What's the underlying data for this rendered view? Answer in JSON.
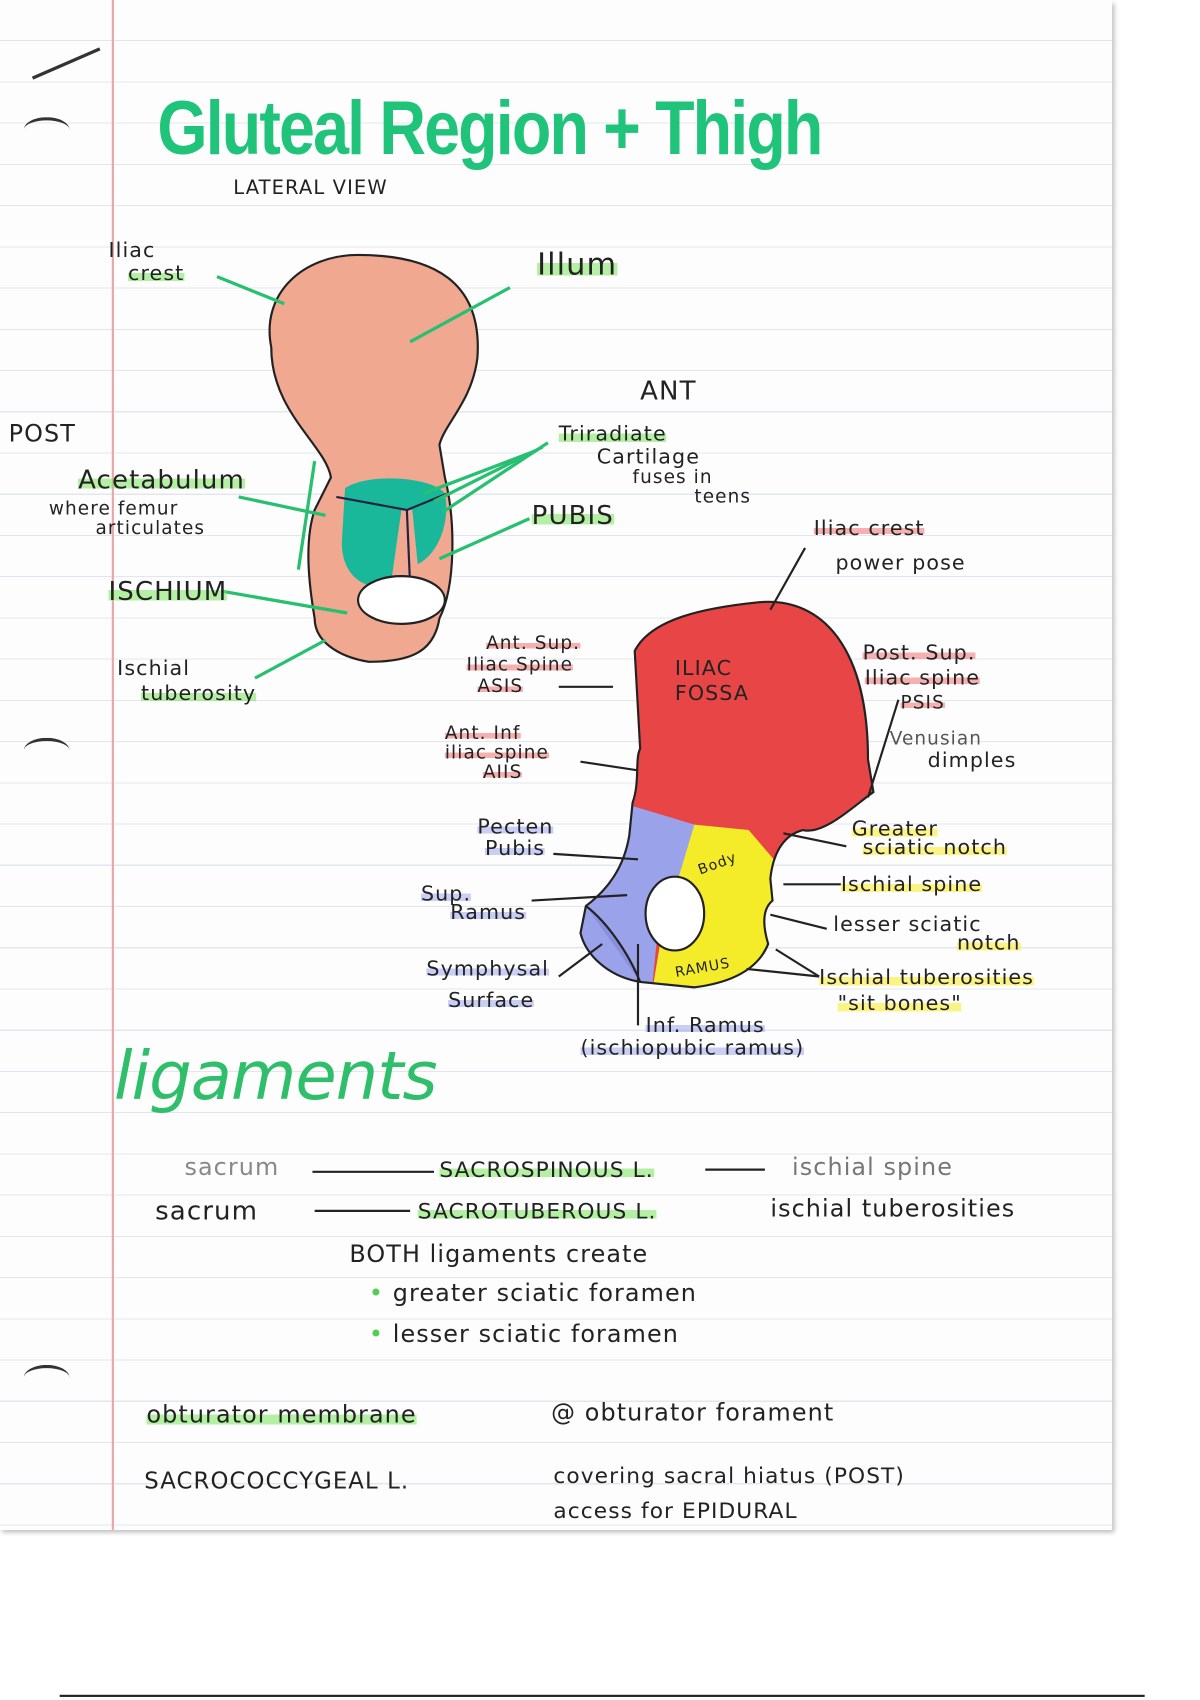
{
  "title": "Gluteal Region + Thigh",
  "subtitle": "LATERAL VIEW",
  "lateral_view": {
    "iliac_crest": [
      "Iliac",
      "crest"
    ],
    "ilium": "Illum",
    "ant": "ANT",
    "post": "POST",
    "triradiate": [
      "Triradiate",
      "Cartilage",
      "fuses in",
      "teens"
    ],
    "acetabulum": "Acetabulum",
    "acetabulum_note": [
      "where femur",
      "articulates"
    ],
    "pubis": "PUBIS",
    "ischium": "ISCHIUM",
    "ischial_tuberosity": [
      "Ischial",
      "tuberosity"
    ]
  },
  "medial_view": {
    "iliac_crest": "Iliac crest",
    "power_pose": "power pose",
    "asis": [
      "Ant. Sup.",
      "Iliac Spine",
      "ASIS"
    ],
    "iliac_fossa": [
      "ILIAC",
      "FOSSA"
    ],
    "psis": [
      "Post. Sup.",
      "Iliac spine",
      "PSIS"
    ],
    "venusian": [
      "Venusian",
      "dimples"
    ],
    "aiis": [
      "Ant. Inf",
      "iliac spine",
      "AIIS"
    ],
    "pecten": [
      "Pecten",
      "Pubis"
    ],
    "greater_notch": [
      "Greater",
      "sciatic notch"
    ],
    "body": "Body",
    "ischial_spine": "Ischial spine",
    "sup_ramus": [
      "Sup.",
      "Ramus"
    ],
    "lesser_notch": [
      "lesser sciatic",
      "notch"
    ],
    "symphysal": [
      "Symphysal",
      "Surface"
    ],
    "ramus": "RAMUS",
    "ischial_tuberosities": [
      "Ischial tuberosities",
      "\"sit bones\""
    ],
    "inf_ramus": [
      "Inf. Ramus",
      "(ischiopubic ramus)"
    ]
  },
  "ligaments": {
    "heading": "ligaments",
    "rows": [
      {
        "origin": "sacrum",
        "name": "SACROSPINOUS L.",
        "insertion": "ischial spine"
      },
      {
        "origin": "sacrum",
        "name": "SACROTUBEROUS L.",
        "insertion": "ischial tuberosities"
      }
    ],
    "both": "BOTH ligaments create",
    "bullets": [
      "greater sciatic foramen",
      "lesser sciatic foramen"
    ],
    "obturator": {
      "name": "obturator membrane",
      "rest": "@ obturator forament"
    },
    "sacrococcygeal": {
      "name": "SACROCOCCYGEAL L.",
      "line1": "covering sacral hiatus (POST)",
      "line2": "access for EPIDURAL"
    }
  },
  "colors": {
    "title": "#1fc47a",
    "ilium_lateral": "#f0a890",
    "acetabulum": "#19b89a",
    "ilium": "#e84646",
    "pubis": "#9aa3ea",
    "ischium": "#f4ec28"
  }
}
